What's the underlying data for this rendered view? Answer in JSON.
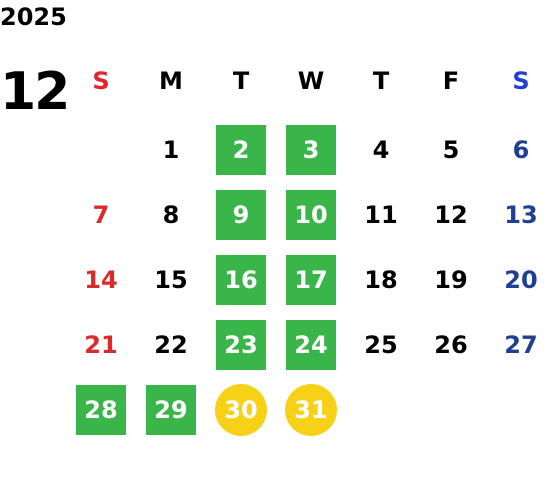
{
  "header": {
    "year": "2025",
    "month": "12"
  },
  "colors": {
    "sunday_header": "#e3242b",
    "saturday_header": "#1f3fd6",
    "sunday_date": "#d92b2b",
    "saturday_date": "#1f3f94",
    "weekday": "#000000",
    "highlight_green": "#39b54a",
    "highlight_yellow": "#f7d117",
    "highlight_text": "#ffffff"
  },
  "weekdays": [
    "S",
    "M",
    "T",
    "W",
    "T",
    "F",
    "S"
  ],
  "weeks": [
    [
      null,
      {
        "d": "1"
      },
      {
        "d": "2",
        "mark": "green"
      },
      {
        "d": "3",
        "mark": "green"
      },
      {
        "d": "4"
      },
      {
        "d": "5"
      },
      {
        "d": "6"
      }
    ],
    [
      {
        "d": "7"
      },
      {
        "d": "8"
      },
      {
        "d": "9",
        "mark": "green"
      },
      {
        "d": "10",
        "mark": "green"
      },
      {
        "d": "11"
      },
      {
        "d": "12"
      },
      {
        "d": "13"
      }
    ],
    [
      {
        "d": "14"
      },
      {
        "d": "15"
      },
      {
        "d": "16",
        "mark": "green"
      },
      {
        "d": "17",
        "mark": "green"
      },
      {
        "d": "18"
      },
      {
        "d": "19"
      },
      {
        "d": "20"
      }
    ],
    [
      {
        "d": "21"
      },
      {
        "d": "22"
      },
      {
        "d": "23",
        "mark": "green"
      },
      {
        "d": "24",
        "mark": "green"
      },
      {
        "d": "25"
      },
      {
        "d": "26"
      },
      {
        "d": "27"
      }
    ],
    [
      {
        "d": "28",
        "mark": "green"
      },
      {
        "d": "29",
        "mark": "green"
      },
      {
        "d": "30",
        "mark": "yellow"
      },
      {
        "d": "31",
        "mark": "yellow"
      },
      null,
      null,
      null
    ]
  ]
}
